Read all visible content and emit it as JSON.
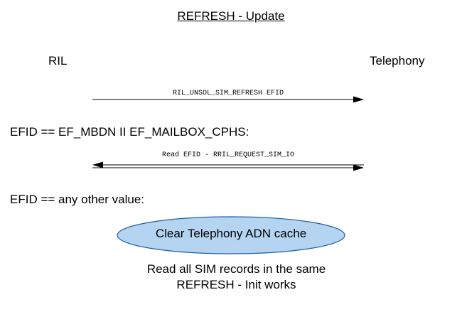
{
  "title": "REFRESH - Update",
  "participants": {
    "left": "RIL",
    "right": "Telephony"
  },
  "messages": [
    {
      "label": "RIL_UNSOL_SIM_REFRESH EFID",
      "direction": "right"
    },
    {
      "label": "Read EFID - RRIL_REQUEST_SIM_IO",
      "direction": "both"
    }
  ],
  "conditions": [
    "EFID == EF_MBDN II EF_MAILBOX_CPHS:",
    "EFID == any other value:"
  ],
  "action": {
    "label": "Clear Telephony ADN cache",
    "fill": "#b4d4f2",
    "stroke": "#1f5f9e"
  },
  "note": {
    "line1": "Read all SIM records in the same",
    "line2": "REFRESH - Init works"
  }
}
